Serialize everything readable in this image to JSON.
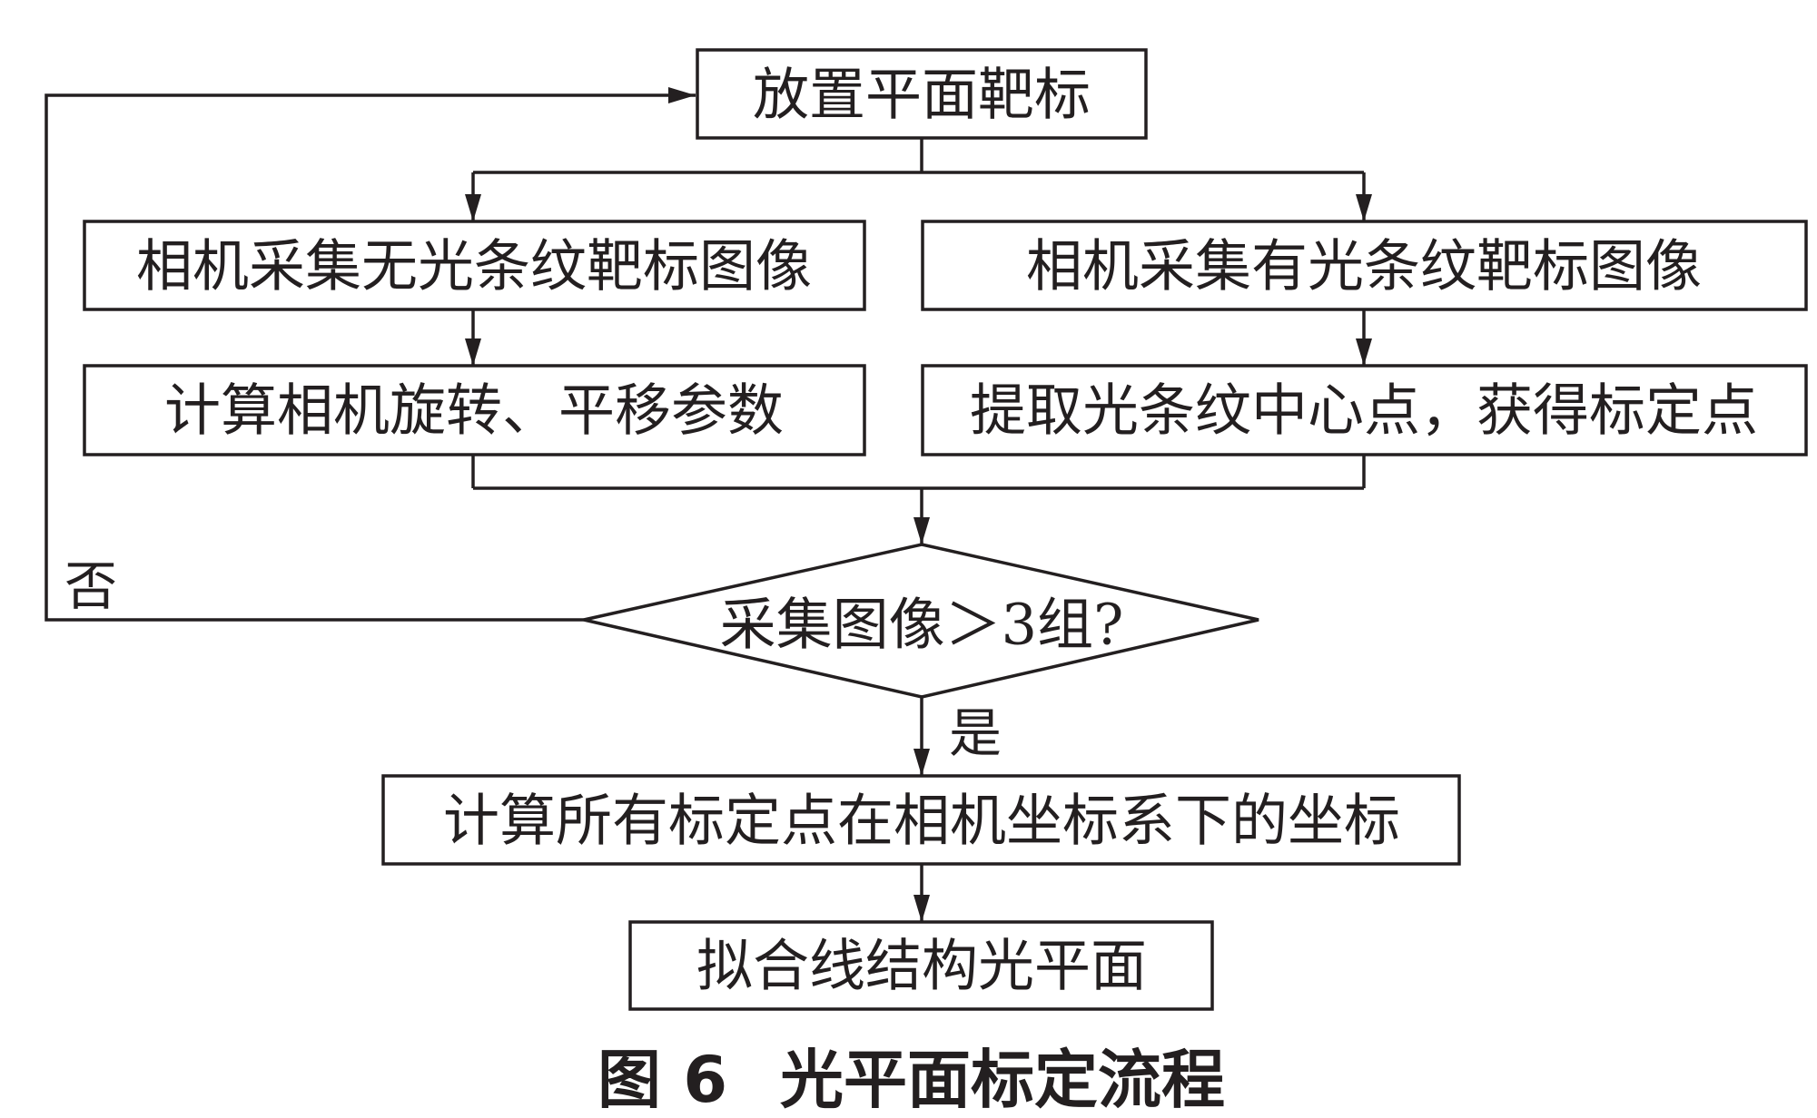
{
  "flowchart": {
    "nodes": {
      "place_target": "放置平面靶标",
      "capture_no_stripe": "相机采集无光条纹靶标图像",
      "capture_stripe": "相机采集有光条纹靶标图像",
      "compute_params": "计算相机旋转、平移参数",
      "extract_points": "提取光条纹中心点，获得标定点",
      "decision": "采集图像＞3组?",
      "compute_coords": "计算所有标定点在相机坐标系下的坐标",
      "fit_plane": "拟合线结构光平面"
    },
    "edge_labels": {
      "no": "否",
      "yes": "是"
    }
  },
  "caption": {
    "label": "图 6",
    "title": "光平面标定流程"
  },
  "colors": {
    "stroke": "#231f20",
    "text": "#231f20",
    "background": "#ffffff"
  }
}
